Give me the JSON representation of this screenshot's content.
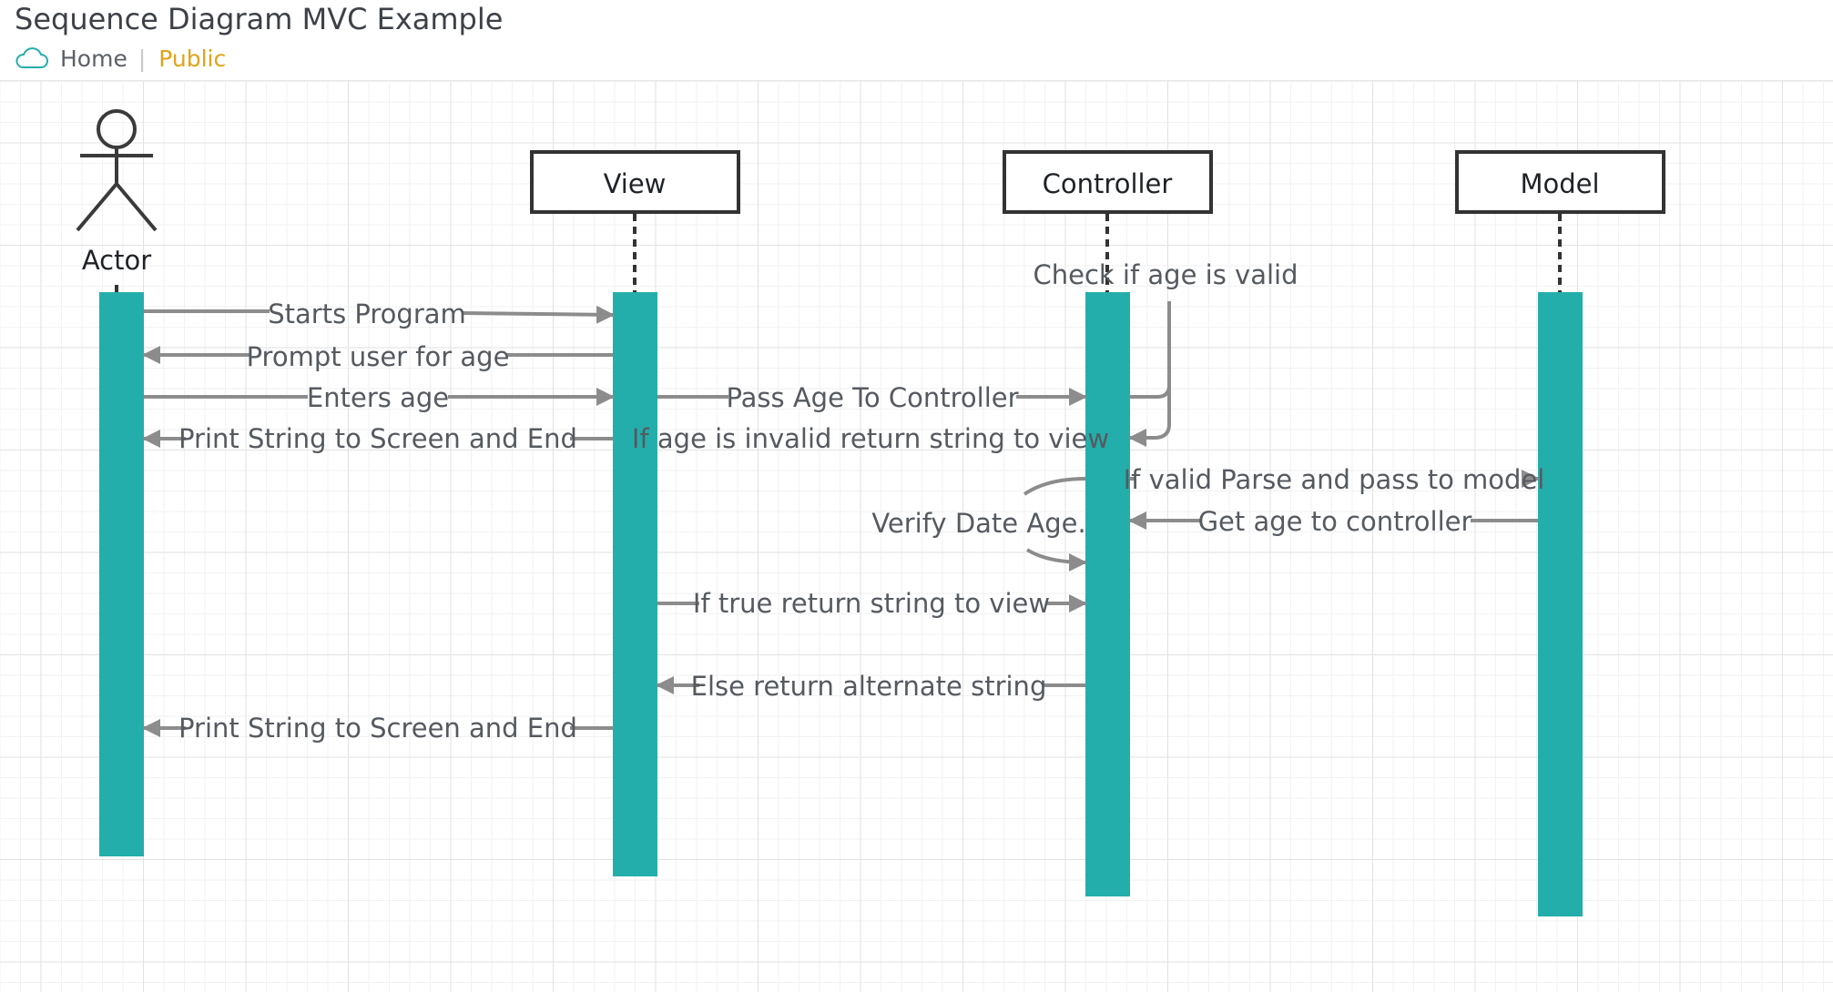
{
  "title": "Sequence Diagram MVC Example",
  "breadcrumb": {
    "home": "Home",
    "visibility": "Public"
  },
  "colors": {
    "activation": "#24aeab",
    "arrow": "#8c8c8c",
    "box_border": "#333333",
    "label": "#555a60",
    "visibility": "#e3a21a"
  },
  "icons": {
    "breadcrumb": "cloud-icon"
  },
  "diagram": {
    "actor": "Actor",
    "lifelines": [
      "View",
      "Controller",
      "Model"
    ],
    "messages": [
      "Starts Program",
      "Prompt user for age",
      "Enters age",
      "Print String to Screen and End",
      "Pass Age To Controller",
      "Check if age is valid",
      "If age is invalid return string to view",
      "If valid Parse and pass to model",
      "Get age to controller",
      "Verify Date Age.",
      "If true return string to view",
      "Else return alternate string",
      "Print String to Screen and End"
    ]
  }
}
